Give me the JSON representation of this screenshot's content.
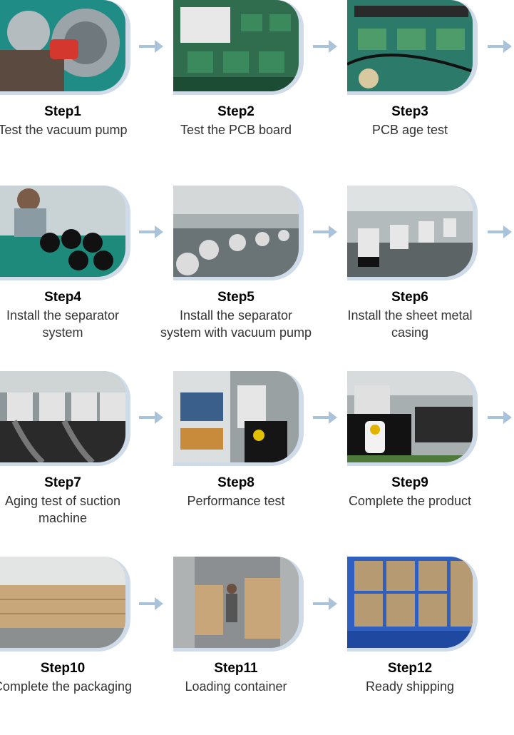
{
  "steps": [
    {
      "title": "Step1",
      "desc": "Test the vacuum pump"
    },
    {
      "title": "Step2",
      "desc": "Test the PCB board"
    },
    {
      "title": "Step3",
      "desc": "PCB age test"
    },
    {
      "title": "Step4",
      "desc": "Install the separator system"
    },
    {
      "title": "Step5",
      "desc": "Install the separator system with vacuum pump"
    },
    {
      "title": "Step6",
      "desc": "Install the sheet metal casing"
    },
    {
      "title": "Step7",
      "desc": "Aging test of suction machine"
    },
    {
      "title": "Step8",
      "desc": "Performance test"
    },
    {
      "title": "Step9",
      "desc": "Complete the product"
    },
    {
      "title": "Step10",
      "desc": "Complete the packaging"
    },
    {
      "title": "Step11",
      "desc": "Loading container"
    },
    {
      "title": "Step12",
      "desc": "Ready shipping"
    }
  ],
  "colors": {
    "arrow": "#a9c3da",
    "accent": "#cfdbe8"
  }
}
